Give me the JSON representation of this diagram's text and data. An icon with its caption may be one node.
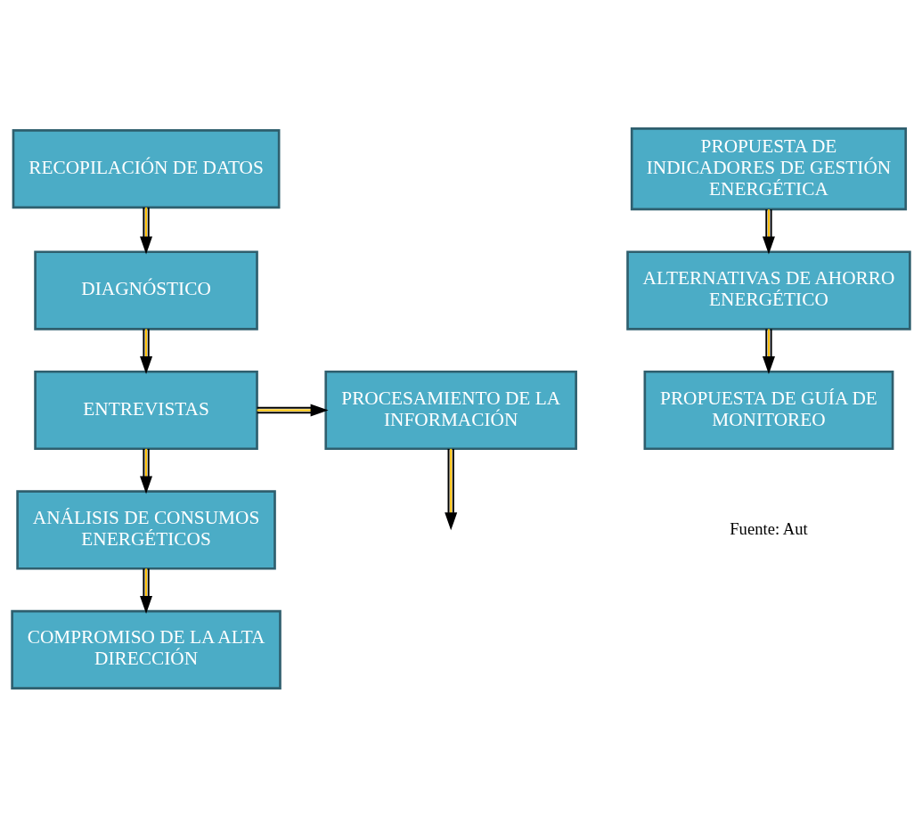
{
  "diagram": {
    "nodes": [
      {
        "text": [
          "RECOPILACIÓN DE DATOS"
        ]
      },
      {
        "text": [
          "DIAGNÓSTICO"
        ]
      },
      {
        "text": [
          "ENTREVISTAS"
        ]
      },
      {
        "text": [
          "PROCESAMIENTO DE LA INFORMACIÓN"
        ]
      },
      {
        "text": [
          "ANÁLISIS DE CONSUMOS ENERGÉTICOS"
        ]
      },
      {
        "text": [
          "COMPROMISO DE LA ALTA DIRECCIÓN"
        ]
      },
      {
        "text": [
          "PROPUESTA DE INDICADORES DE GESTIÓN ENERGÉTICA"
        ]
      },
      {
        "text": [
          "ALTERNATIVAS DE AHORRO ENERGÉTICO"
        ]
      },
      {
        "text": [
          "PROPUESTA DE GUÍA DE MONITOREO"
        ]
      }
    ],
    "edges": [
      {
        "from": 0,
        "to": 1,
        "arrow": "to"
      },
      {
        "from": 1,
        "to": 2,
        "arrow": "to"
      },
      {
        "from": 2,
        "to": 3,
        "arrow": "to"
      },
      {
        "from": 2,
        "to": 4,
        "arrow": "to"
      },
      {
        "from": 4,
        "to": 5,
        "arrow": "to"
      },
      {
        "from": 3,
        "to": null,
        "arrow": "to"
      },
      {
        "from": 6,
        "to": 7,
        "arrow": "to"
      },
      {
        "from": 7,
        "to": 8,
        "arrow": "to"
      }
    ],
    "labels": [
      "Fuente: Aut"
    ]
  }
}
